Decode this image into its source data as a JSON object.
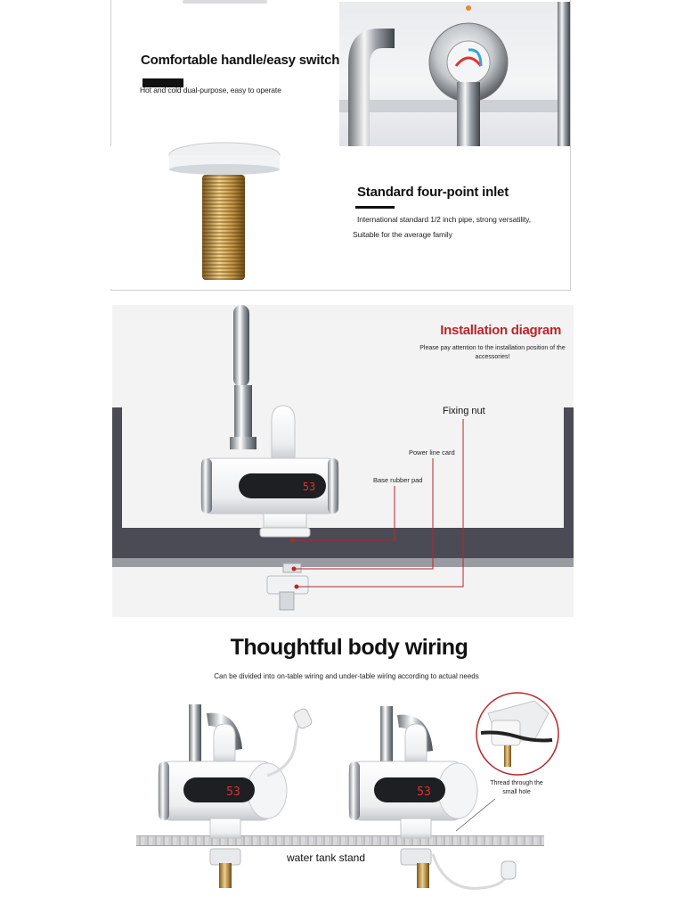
{
  "handle_section": {
    "title": "Comfortable handle/easy switch",
    "description": "Hot and cold dual-purpose, easy to operate"
  },
  "inlet_section": {
    "title": "Standard four-point inlet",
    "description_line1": "International standard 1/2 inch pipe, strong versatility,",
    "description_line2": "Suitable for the average family"
  },
  "installation_section": {
    "title": "Installation diagram",
    "note": "Please pay attention to the installation position of the accessories!",
    "display_reading": "53",
    "labels": {
      "fixing_nut": "Fixing nut",
      "power_line_card": "Power line card",
      "base_rubber_pad": "Base rubber pad"
    }
  },
  "wiring_section": {
    "title": "Thoughtful body wiring",
    "description": "Can be divided into on-table wiring and under-table wiring according to actual needs",
    "display_reading": "53",
    "tank_label": "water tank stand",
    "thread_label": "Thread through the small hole"
  },
  "colors": {
    "accent_red": "#b6272c",
    "display_red": "#e0312d",
    "counter_gray": "#4b4b55",
    "brass": "#c9a050",
    "chrome": "#c7cbd0"
  }
}
